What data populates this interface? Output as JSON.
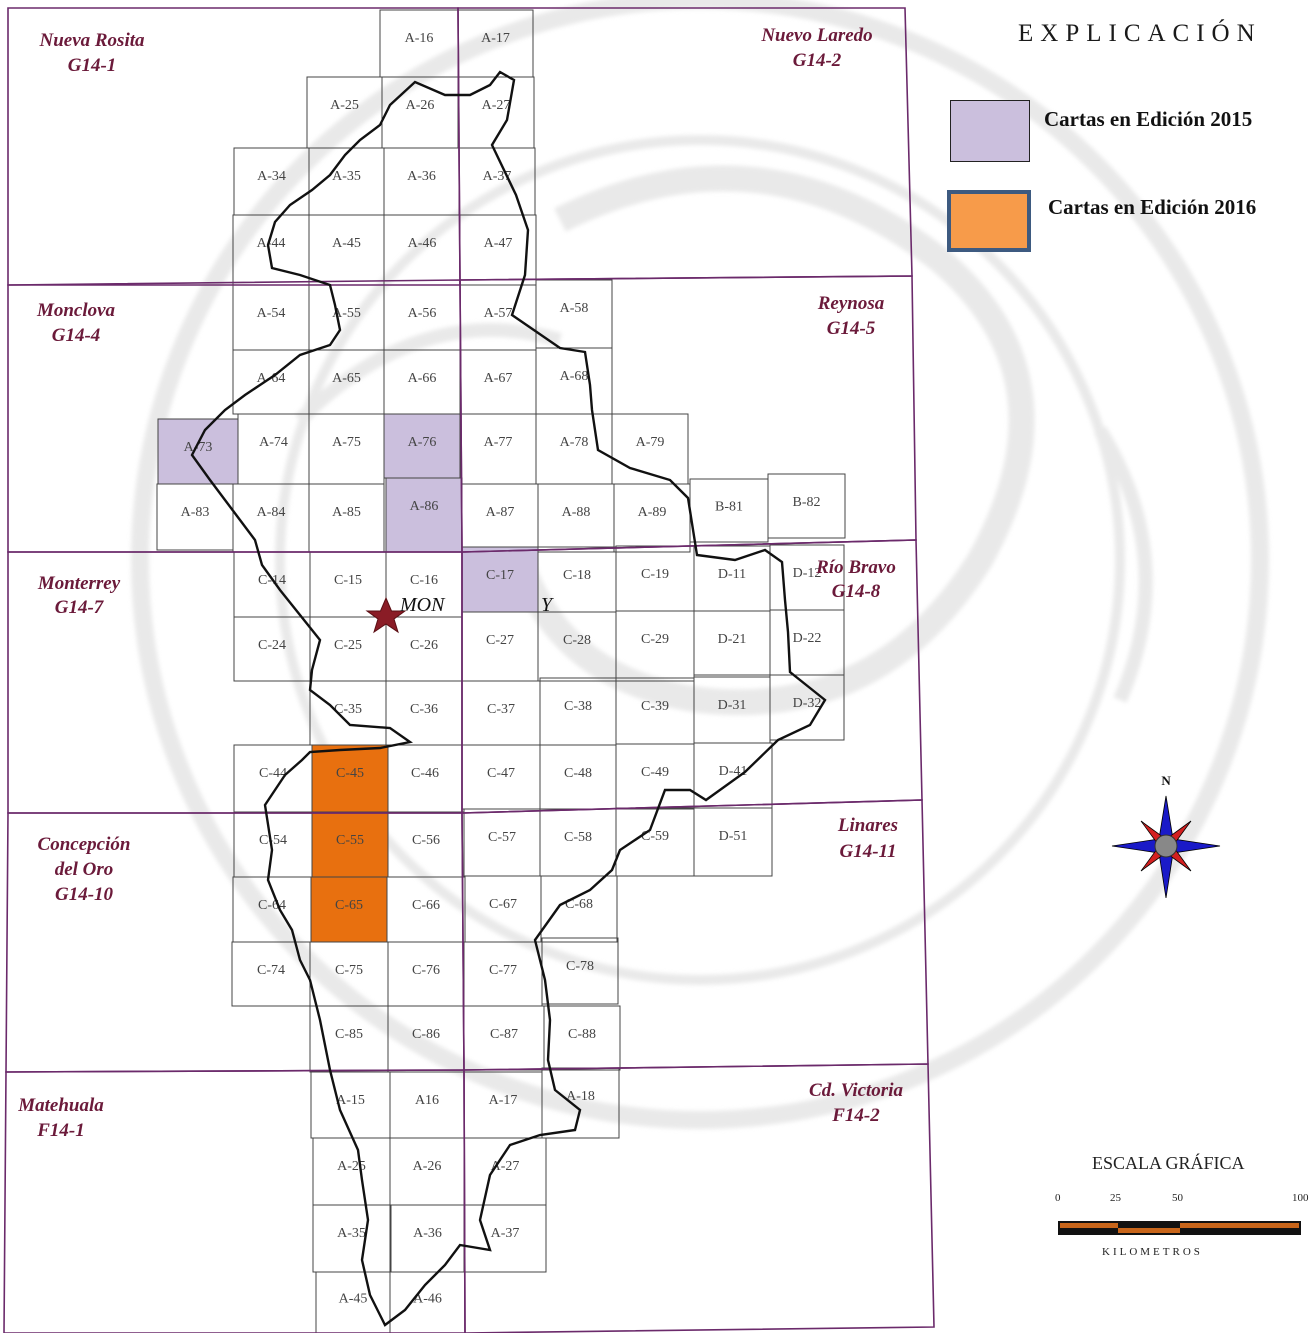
{
  "legend": {
    "title": "EXPLICACIÓN",
    "items": [
      {
        "label": "Cartas  en Edición 2015",
        "color": "#cbbfdd"
      },
      {
        "label": "Cartas en Edición 2016",
        "color": "#e8700f"
      }
    ]
  },
  "scale": {
    "title": "ESCALA GRÁFICA",
    "ticks": [
      "0",
      "25",
      "50",
      "100"
    ],
    "units": "KILOMETROS"
  },
  "compass": {
    "label": "N"
  },
  "city": {
    "label_left": "MON",
    "label_right": "Y"
  },
  "sheets": [
    {
      "name": "Nueva Rosita",
      "code": "G14-1"
    },
    {
      "name": "Nuevo Laredo",
      "code": "G14-2"
    },
    {
      "name": "Monclova",
      "code": "G14-4"
    },
    {
      "name": "Reynosa",
      "code": "G14-5"
    },
    {
      "name": "Monterrey",
      "code": "G14-7"
    },
    {
      "name": "Río Bravo",
      "code": "G14-8"
    },
    {
      "name": "Concepción",
      "name2": "del Oro",
      "code": "G14-10"
    },
    {
      "name": "Linares",
      "code": "G14-11"
    },
    {
      "name": "Matehuala",
      "code": "F14-1"
    },
    {
      "name": "Cd. Victoria",
      "code": "F14-2"
    }
  ],
  "cells": {
    "A16": "A-16",
    "A17": "A-17",
    "A25": "A-25",
    "A26": "A-26",
    "A27": "A-27",
    "A34": "A-34",
    "A35": "A-35",
    "A36": "A-36",
    "A37": "A-37",
    "A44": "A-44",
    "A45": "A-45",
    "A46": "A-46",
    "A47": "A-47",
    "A54": "A-54",
    "A55": "A-55",
    "A56": "A-56",
    "A57": "A-57",
    "A58": "A-58",
    "A64": "A-64",
    "A65": "A-65",
    "A66": "A-66",
    "A67": "A-67",
    "A68": "A-68",
    "A73": "A-73",
    "A74": "A-74",
    "A75": "A-75",
    "A76": "A-76",
    "A77": "A-77",
    "A78": "A-78",
    "A79": "A-79",
    "A83": "A-83",
    "A84": "A-84",
    "A85": "A-85",
    "A86": "A-86",
    "A87": "A-87",
    "A88": "A-88",
    "A89": "A-89",
    "B81": "B-81",
    "B82": "B-82",
    "C14": "C-14",
    "C15": "C-15",
    "C16": "C-16",
    "C17": "C-17",
    "C18": "C-18",
    "C19": "C-19",
    "D11": "D-11",
    "D12": "D-12",
    "C24": "C-24",
    "C25": "C-25",
    "C26": "C-26",
    "C27": "C-27",
    "C28": "C-28",
    "C29": "C-29",
    "D21": "D-21",
    "D22": "D-22",
    "C35": "C-35",
    "C36": "C-36",
    "C37": "C-37",
    "C38": "C-38",
    "C39": "C-39",
    "D31": "D-31",
    "D32": "D-32",
    "C44": "C-44",
    "C45": "C-45",
    "C46": "C-46",
    "C47": "C-47",
    "C48": "C-48",
    "C49": "C-49",
    "D41": "D-41",
    "C54": "C-54",
    "C55": "C-55",
    "C56": "C-56",
    "C57": "C-57",
    "C58": "C-58",
    "C59": "C-59",
    "D51": "D-51",
    "C64": "C-64",
    "C65": "C-65",
    "C66": "C-66",
    "C67": "C-67",
    "C68": "C-68",
    "C74": "C-74",
    "C75": "C-75",
    "C76": "C-76",
    "C77": "C-77",
    "C78": "C-78",
    "C85": "C-85",
    "C86": "C-86",
    "C87": "C-87",
    "C88": "C-88",
    "F15": "A-15",
    "F16": "A16",
    "F17": "A-17",
    "F18": "A-18",
    "F25": "A-25",
    "F26": "A-26",
    "F27": "A-27",
    "F35": "A-35",
    "F36": "A-36",
    "F37": "A-37",
    "F45": "A-45",
    "F46": "A-46"
  },
  "edition_2015": [
    "A73",
    "A76",
    "A86",
    "C17"
  ],
  "edition_2016": [
    "C45",
    "C55",
    "C65"
  ]
}
